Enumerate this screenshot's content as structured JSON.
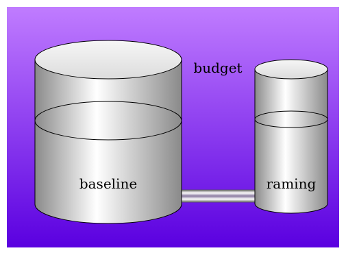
{
  "diagram": {
    "panel_gradient": {
      "top": "#C07CFF",
      "bottom": "#5A00E0"
    },
    "cylinder_fill": {
      "dark": "#8a8a8a",
      "light": "#ffffff"
    },
    "outline_color": "#000000",
    "nodes": [
      {
        "id": "baseline",
        "label": "baseline",
        "shape": "cylinder"
      },
      {
        "id": "raming",
        "label": "raming",
        "shape": "cylinder"
      }
    ],
    "edges": [
      {
        "from": "baseline",
        "to": "raming",
        "label": "budget",
        "shape": "pipe"
      }
    ]
  }
}
